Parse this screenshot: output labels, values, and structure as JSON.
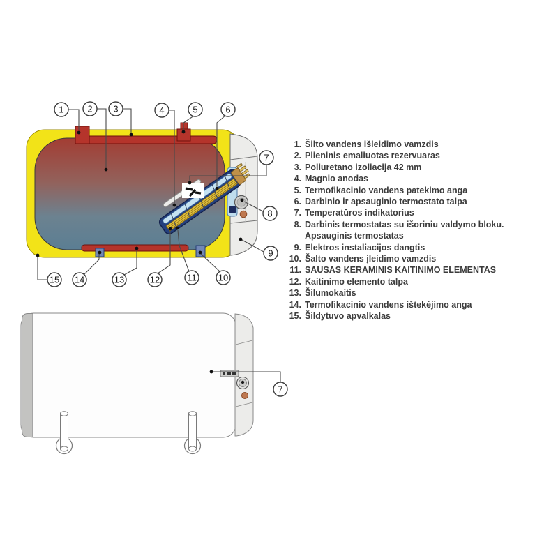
{
  "legend": {
    "lines": [
      {
        "num": "1.",
        "text": "Šilto vandens išleidimo vamzdis"
      },
      {
        "num": "2.",
        "text": "Plieninis emaliuotas rezervuaras"
      },
      {
        "num": "3.",
        "text": "Poliuretano izoliacija 42 mm"
      },
      {
        "num": "4.",
        "text": "Magnio anodas"
      },
      {
        "num": "5.",
        "text": "Termofikacinio vandens patekimo anga"
      },
      {
        "num": "6.",
        "text": "Darbinio ir apsauginio termostato talpa"
      },
      {
        "num": "7.",
        "text": "Temperatūros indikatorius"
      },
      {
        "num": "8.",
        "text": "Darbinis termostatas su išoriniu valdymo bloku."
      },
      {
        "num": "",
        "text": "Apsauginis termostatas"
      },
      {
        "num": "9.",
        "text": "Elektros instaliacijos dangtis"
      },
      {
        "num": "10.",
        "text": "Šalto vandens įleidimo vamzdis"
      },
      {
        "num": "11.",
        "text": "SAUSAS KERAMINIS KAITINIMO ELEMENTAS"
      },
      {
        "num": "12.",
        "text": "Kaitinimo elemento talpa"
      },
      {
        "num": "13.",
        "text": "Šilumokaitis"
      },
      {
        "num": "14.",
        "text": "Termofikacinio vandens ištekėjimo anga"
      },
      {
        "num": "15.",
        "text": "Šildytuvo apvalkalas"
      }
    ]
  },
  "callouts": {
    "labels": [
      "1",
      "2",
      "3",
      "4",
      "5",
      "6",
      "7",
      "8",
      "9",
      "10",
      "11",
      "12",
      "13",
      "14",
      "15"
    ]
  },
  "colors": {
    "insulation_yellow": "#F2E318",
    "tank_hot_red": "#A33D33",
    "tank_cold_blue": "#5B7E93",
    "heat_exchanger_red": "#B5342B",
    "water_pipe_blue": "#7187B5",
    "element_frame_blue": "#24407E",
    "ceramic_element_yellow": "#DDBE3C",
    "thermostat_tube_blue": "#C6E2F2",
    "cover_gray": "#ECECEA",
    "signal_lamp_orange": "#BE7850"
  }
}
